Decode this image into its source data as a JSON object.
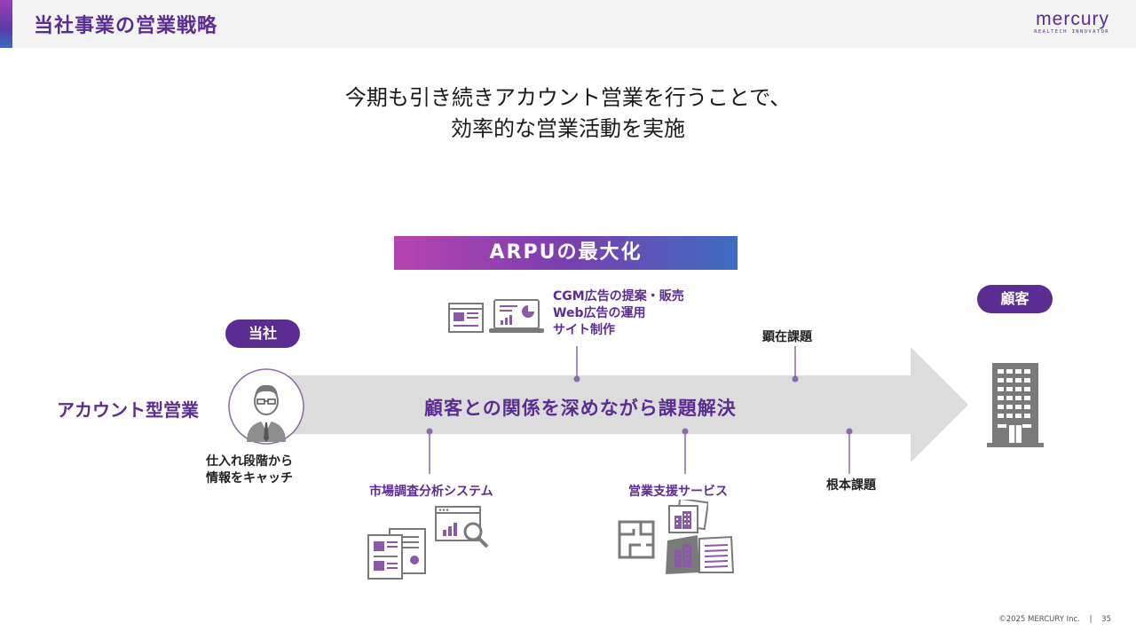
{
  "header": {
    "title": "当社事業の営業戦略",
    "logo": {
      "word": "mercury",
      "tagline": "REALTECH INNOVATOR"
    },
    "accent_color": "#5b2c91"
  },
  "headline": {
    "line1": "今期も引き続きアカウント営業を行うことで、",
    "line2": "効率的な営業活動を実施"
  },
  "diagram": {
    "banner": "ARPUの最大化",
    "our_company_pill": "当社",
    "customer_pill": "顧客",
    "account_sales_label": "アカウント型営業",
    "arrow_label": "顧客との関係を深めながら課題解決",
    "info_lines": [
      "仕入れ段階から",
      "情報をキャッチ"
    ],
    "ad_services": [
      "CGM広告の提案・販売",
      "Web広告の運用",
      "サイト制作"
    ],
    "market_research": "市場調査分析システム",
    "sales_support": "営業支援サービス",
    "apparent_issues": "顕在課題",
    "root_issues": "根本課題",
    "icons": [
      "person-icon",
      "building-icon",
      "web-ad-icon",
      "laptop-chart-icon",
      "documents-icon",
      "analytics-search-icon",
      "floorplan-icon",
      "photos-icon",
      "brochure-icon"
    ]
  },
  "footer": {
    "copyright": "©2025 MERCURY Inc.",
    "separator": "|",
    "page_number": "35"
  }
}
